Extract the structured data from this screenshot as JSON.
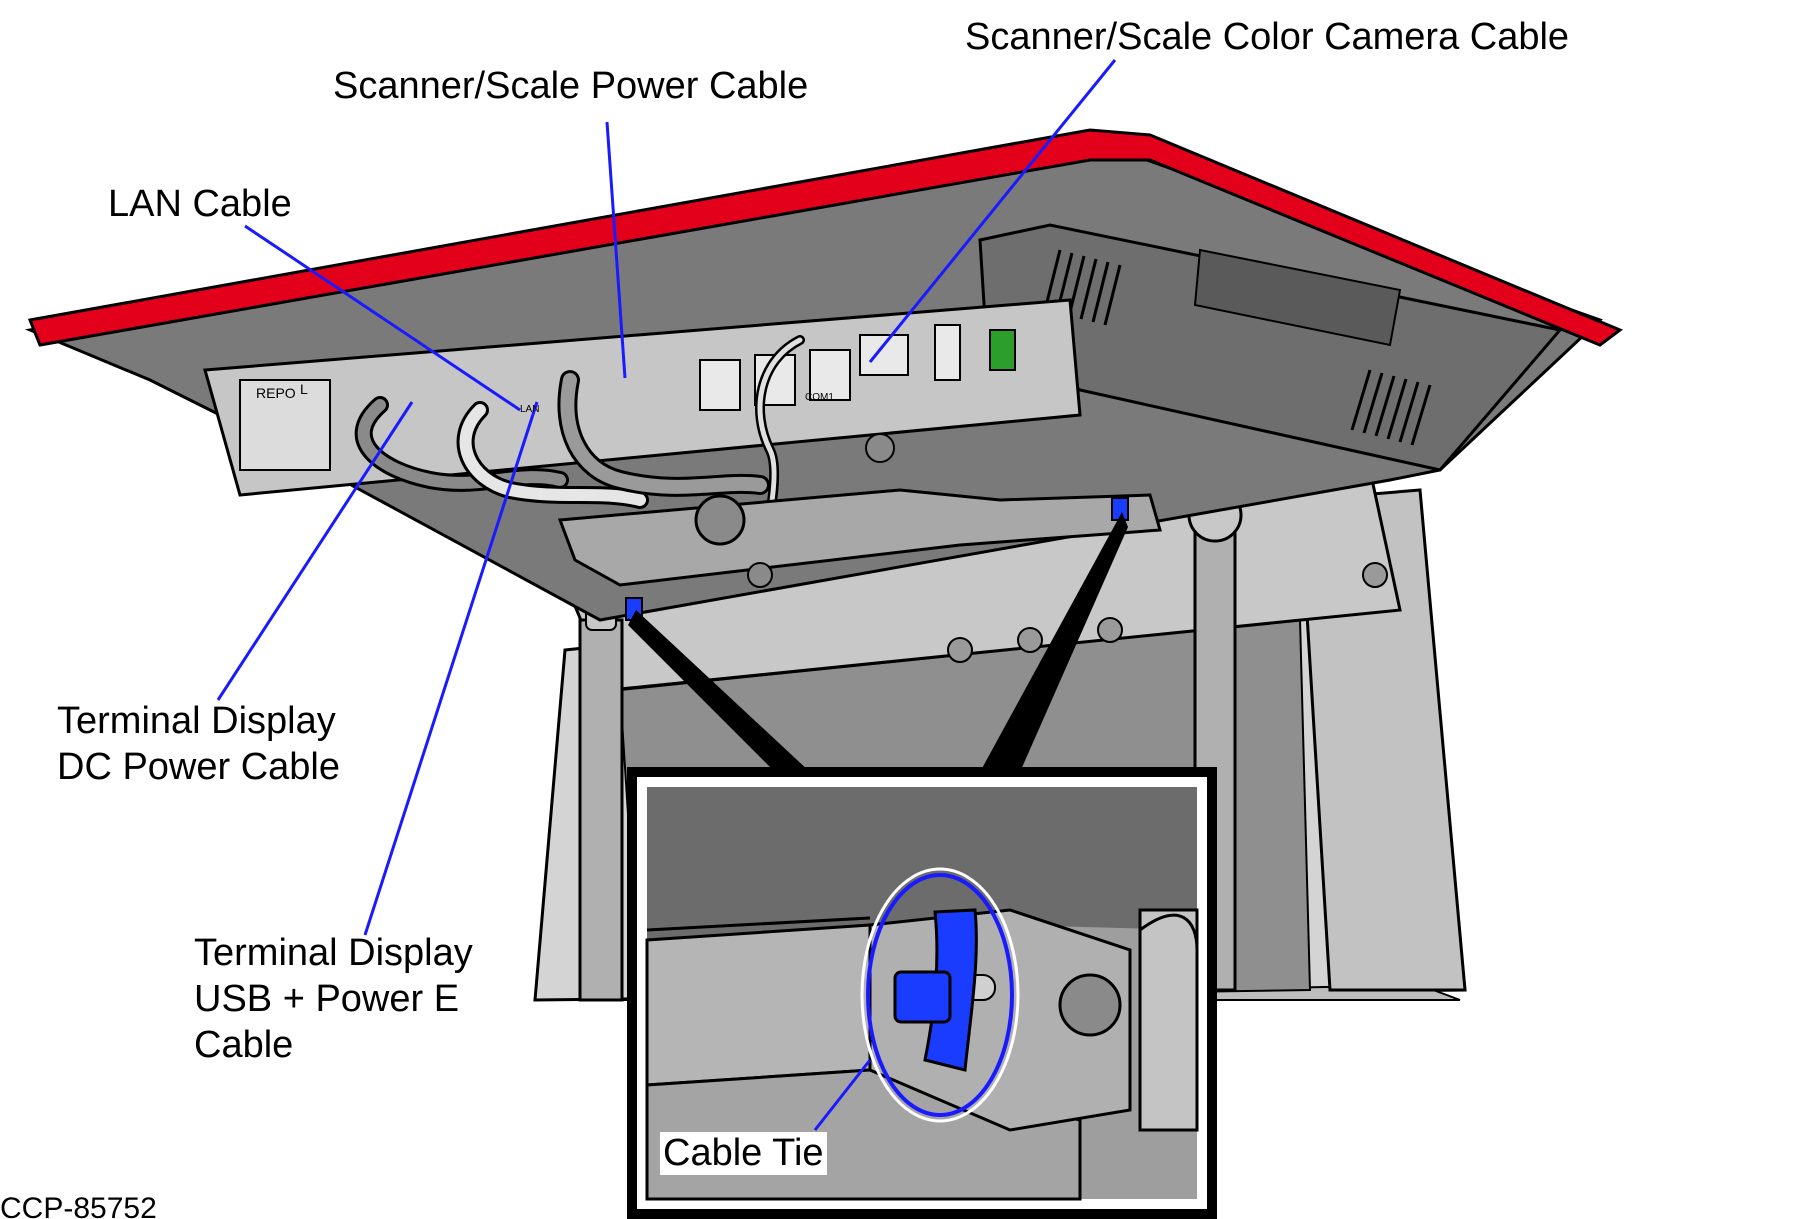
{
  "callouts": {
    "camera_cable": "Scanner/Scale Color Camera Cable",
    "power_cable": "Scanner/Scale Power Cable",
    "lan_cable": "LAN Cable",
    "dc_power_line1": "Terminal Display",
    "dc_power_line2": "DC Power Cable",
    "usb_power_line1": "Terminal Display",
    "usb_power_line2": "USB + Power E",
    "usb_power_line3": "Cable",
    "cable_tie": "Cable Tie"
  },
  "port_labels": {
    "repo": "REPO",
    "l": "L",
    "lan": "LAN",
    "com": "COM1"
  },
  "figure_ref": "CCP-85752",
  "colors": {
    "bezel_red": "#e3001b",
    "body_gray": "#7a7a7a",
    "panel_gray": "#b4b4b4",
    "light_gray": "#d6d6d6",
    "leader_blue": "#1a1aff",
    "tie_blue": "#1a3cff"
  }
}
